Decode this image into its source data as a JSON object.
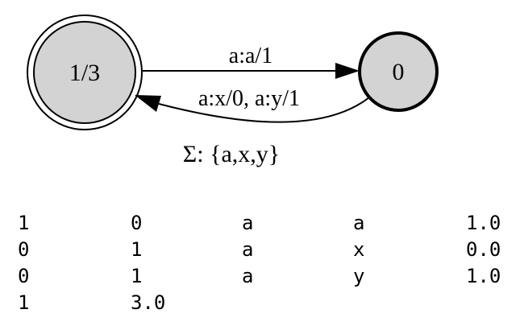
{
  "diagram": {
    "states": [
      {
        "id": "1",
        "label": "1/3",
        "final": true,
        "fill": "#d3d3d3"
      },
      {
        "id": "0",
        "label": "0",
        "start": true,
        "fill": "#d3d3d3"
      }
    ],
    "edges": [
      {
        "from": "1",
        "to": "0",
        "label": "a:a/1"
      },
      {
        "from": "0",
        "to": "1",
        "label": "a:x/0, a:y/1"
      }
    ],
    "alphabet_label": "Σ: {a,x,y}"
  },
  "table": {
    "rows": [
      [
        "1",
        "0",
        "a",
        "a",
        "1.0"
      ],
      [
        "0",
        "1",
        "a",
        "x",
        "0.0"
      ],
      [
        "0",
        "1",
        "a",
        "y",
        "1.0"
      ],
      [
        "1",
        "3.0"
      ]
    ]
  }
}
